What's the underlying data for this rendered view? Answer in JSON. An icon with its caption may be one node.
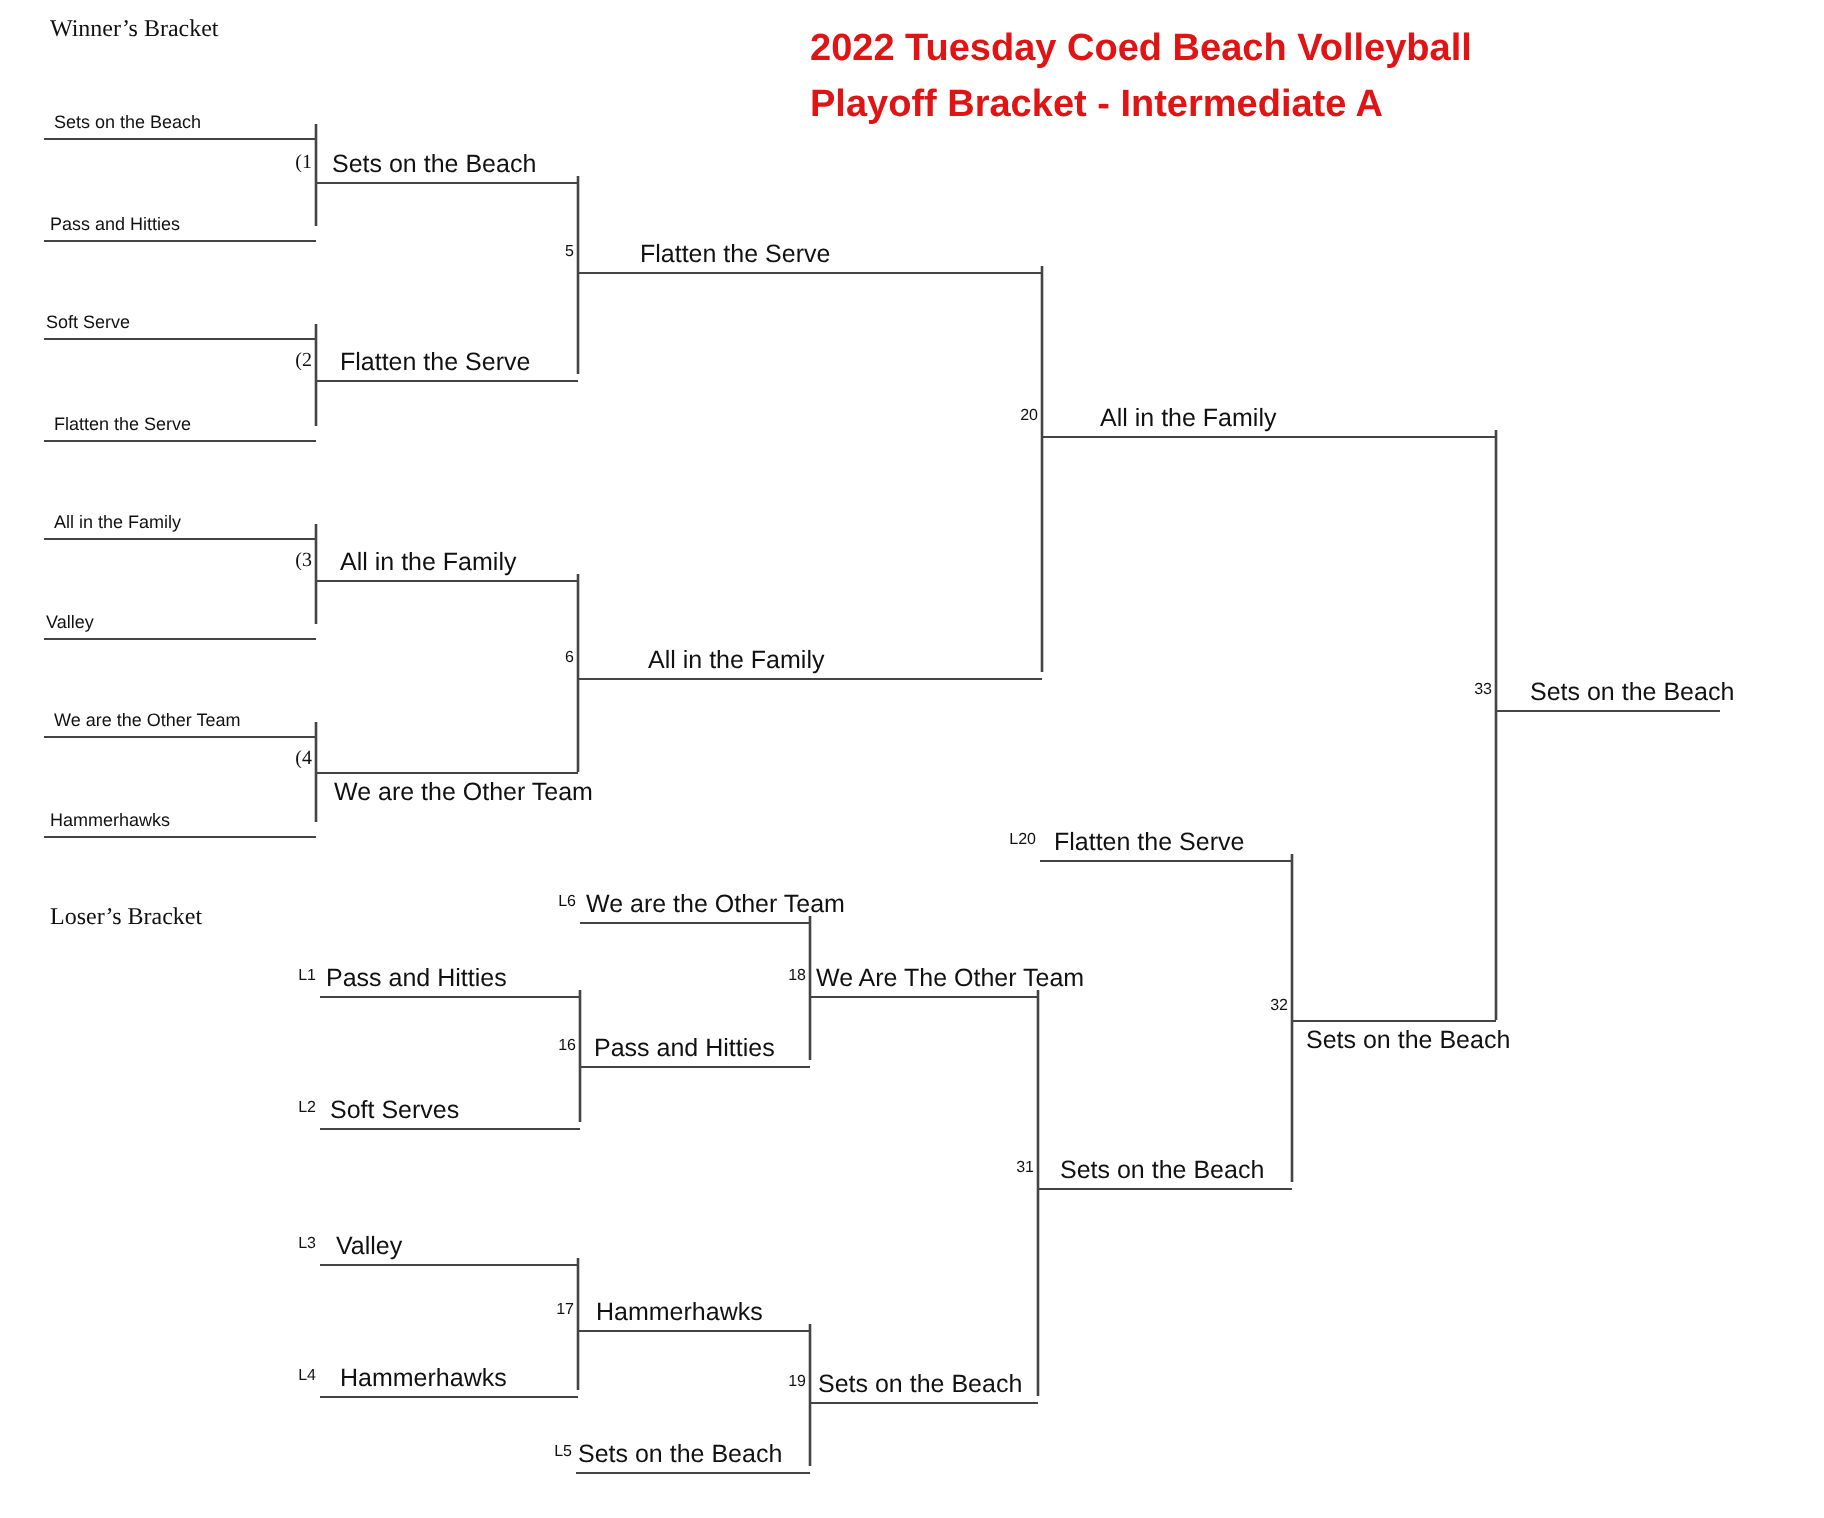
{
  "diagram": {
    "title": "2022 Tuesday Coed Beach Volleyball Playoff Bracket - Intermediate A",
    "nodes": [
      {
        "text": [
          "Sets on the Beach"
        ]
      },
      {
        "text": [
          "Pass and Hitties"
        ]
      },
      {
        "text": [
          "Soft Serve"
        ]
      },
      {
        "text": [
          "Flatten the Serve"
        ]
      },
      {
        "text": [
          "All in the Family"
        ]
      },
      {
        "text": [
          "Valley"
        ]
      },
      {
        "text": [
          "We are the Other Team"
        ]
      },
      {
        "text": [
          "Hammerhawks"
        ]
      },
      {
        "text": [
          "Sets on the Beach"
        ],
        "beside": [
          "(1"
        ]
      },
      {
        "text": [
          "Flatten the Serve"
        ],
        "beside": [
          "(2"
        ]
      },
      {
        "text": [
          "All in the Family"
        ],
        "beside": [
          "(3"
        ]
      },
      {
        "text": [
          "We are the Other Team"
        ],
        "beside": [
          "(4"
        ]
      },
      {
        "text": [
          "Flatten the Serve"
        ],
        "beside": [
          "5"
        ]
      },
      {
        "text": [
          "All in the Family"
        ],
        "beside": [
          "6"
        ]
      },
      {
        "text": [
          "All in the Family"
        ],
        "beside": [
          "20"
        ]
      },
      {
        "text": [
          "Sets on the Beach"
        ],
        "beside": [
          "33"
        ]
      },
      {
        "text": [
          "We are the Other Team"
        ],
        "beside": [
          "L6"
        ]
      },
      {
        "text": [
          "Pass and Hitties"
        ],
        "beside": [
          "L1"
        ]
      },
      {
        "text": [
          "Soft Serves"
        ],
        "beside": [
          "L2"
        ]
      },
      {
        "text": [
          "Valley"
        ],
        "beside": [
          "L3"
        ]
      },
      {
        "text": [
          "Hammerhawks"
        ],
        "beside": [
          "L4"
        ]
      },
      {
        "text": [
          "Sets on the Beach"
        ],
        "beside": [
          "L5"
        ]
      },
      {
        "text": [
          "Pass and Hitties"
        ],
        "beside": [
          "16"
        ]
      },
      {
        "text": [
          "Hammerhawks"
        ],
        "beside": [
          "17"
        ]
      },
      {
        "text": [
          "We Are The Other Team"
        ],
        "beside": [
          "18"
        ]
      },
      {
        "text": [
          "Sets on the Beach"
        ],
        "beside": [
          "19"
        ]
      },
      {
        "text": [
          "Flatten the Serve"
        ],
        "beside": [
          "L20"
        ]
      },
      {
        "text": [
          "Sets on the Beach"
        ],
        "beside": [
          "31"
        ]
      },
      {
        "text": [
          "Sets on the Beach"
        ],
        "beside": [
          "32"
        ]
      }
    ],
    "edges": [
      {
        "from": 0,
        "to": 8,
        "arrow": "none"
      },
      {
        "from": 1,
        "to": 8,
        "arrow": "none"
      },
      {
        "from": 2,
        "to": 9,
        "arrow": "none"
      },
      {
        "from": 3,
        "to": 9,
        "arrow": "none"
      },
      {
        "from": 4,
        "to": 10,
        "arrow": "none"
      },
      {
        "from": 5,
        "to": 10,
        "arrow": "none"
      },
      {
        "from": 6,
        "to": 11,
        "arrow": "none"
      },
      {
        "from": 7,
        "to": 11,
        "arrow": "none"
      },
      {
        "from": 8,
        "to": 12,
        "arrow": "none"
      },
      {
        "from": 9,
        "to": 12,
        "arrow": "none"
      },
      {
        "from": 10,
        "to": 13,
        "arrow": "none"
      },
      {
        "from": 11,
        "to": 13,
        "arrow": "none"
      },
      {
        "from": 12,
        "to": 14,
        "arrow": "none"
      },
      {
        "from": 13,
        "to": 14,
        "arrow": "none"
      },
      {
        "from": 14,
        "to": 15,
        "arrow": "none"
      },
      {
        "from": 28,
        "to": 15,
        "arrow": "none"
      },
      {
        "from": 17,
        "to": 22,
        "arrow": "none"
      },
      {
        "from": 18,
        "to": 22,
        "arrow": "none"
      },
      {
        "from": 19,
        "to": 23,
        "arrow": "none"
      },
      {
        "from": 20,
        "to": 23,
        "arrow": "none"
      },
      {
        "from": 16,
        "to": 24,
        "arrow": "none"
      },
      {
        "from": 22,
        "to": 24,
        "arrow": "none"
      },
      {
        "from": 23,
        "to": 25,
        "arrow": "none"
      },
      {
        "from": 21,
        "to": 25,
        "arrow": "none"
      },
      {
        "from": 24,
        "to": 27,
        "arrow": "none"
      },
      {
        "from": 25,
        "to": 27,
        "arrow": "none"
      },
      {
        "from": 26,
        "to": 28,
        "arrow": "none"
      },
      {
        "from": 27,
        "to": 28,
        "arrow": "none"
      }
    ],
    "labels": [
      "Winner’s Bracket",
      "Loser’s Bracket"
    ]
  }
}
